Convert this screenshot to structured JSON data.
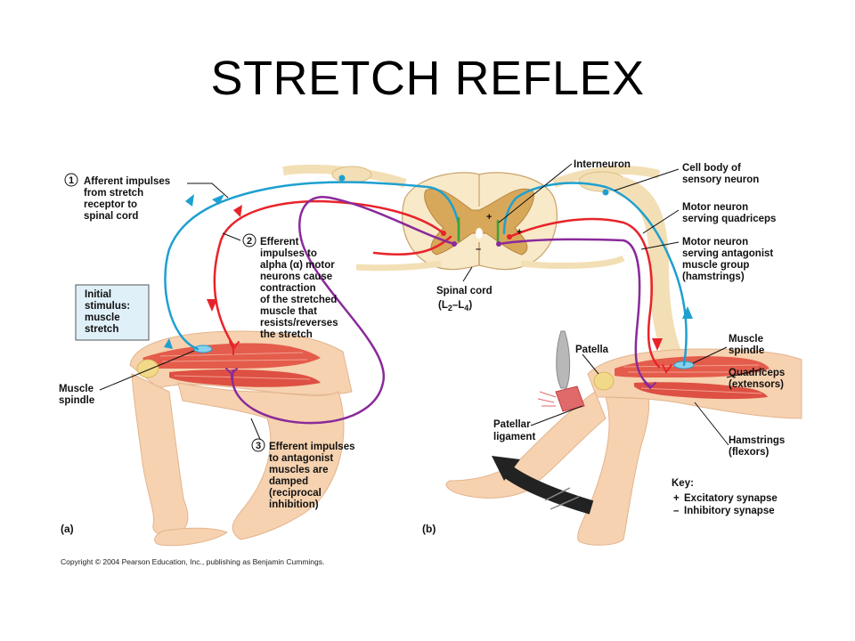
{
  "title": "STRETCH REFLEX",
  "steps": {
    "step1": {
      "number": "1",
      "lines": [
        "Afferent impulses",
        "from stretch",
        "receptor to",
        "spinal cord"
      ]
    },
    "step2": {
      "number": "2",
      "lines": [
        "Efferent",
        "impulses to",
        "alpha (α) motor",
        "neurons cause",
        "contraction",
        "of the stretched",
        "muscle that",
        "resists/reverses",
        "the stretch"
      ]
    },
    "step3": {
      "number": "3",
      "lines": [
        "Efferent impulses",
        "to antagonist",
        "muscles are",
        "damped",
        "(reciprocal",
        "inhibition)"
      ]
    }
  },
  "labels": {
    "initial_stimulus": [
      "Initial",
      "stimulus:",
      "muscle",
      "stretch"
    ],
    "interneuron": "Interneuron",
    "cell_body": [
      "Cell body of",
      "sensory neuron"
    ],
    "motor_quadriceps": [
      "Motor neuron",
      "serving quadriceps"
    ],
    "motor_antagonist": [
      "Motor neuron",
      "serving antagonist",
      "muscle group",
      "(hamstrings)"
    ],
    "spinal_cord": "Spinal cord",
    "spinal_levels": {
      "l": "(L",
      "sub1": "2",
      "dash": "–L",
      "sub2": "4",
      "close": ")"
    },
    "muscle_spindle_a": [
      "Muscle",
      "spindle"
    ],
    "muscle_spindle_b": [
      "Muscle",
      "spindle"
    ],
    "patella": "Patella",
    "patellar_ligament": [
      "Patellar",
      "ligament"
    ],
    "quadriceps": [
      "Quadriceps",
      "(extensors)"
    ],
    "hamstrings": [
      "Hamstrings",
      "(flexors)"
    ],
    "plus": "+",
    "minus": "–"
  },
  "key": {
    "title": "Key:",
    "items": [
      {
        "symbol": "+",
        "text": "Excitatory synapse"
      },
      {
        "symbol": "–",
        "text": "Inhibitory synapse"
      }
    ]
  },
  "panels": {
    "a": "(a)",
    "b": "(b)"
  },
  "copyright": "Copyright © 2004 Pearson Education, Inc., publishing as Benjamin Cummings.",
  "colors": {
    "afferent": "#1ea0d0",
    "efferent": "#e8232a",
    "inhibitory": "#8a2a9a",
    "interneuron": "#3aa23a",
    "skin": "#f6d2b0",
    "muscle": "#e0483a",
    "cord_gray": "#d8a85a",
    "cord_white": "#f8e9c8"
  }
}
